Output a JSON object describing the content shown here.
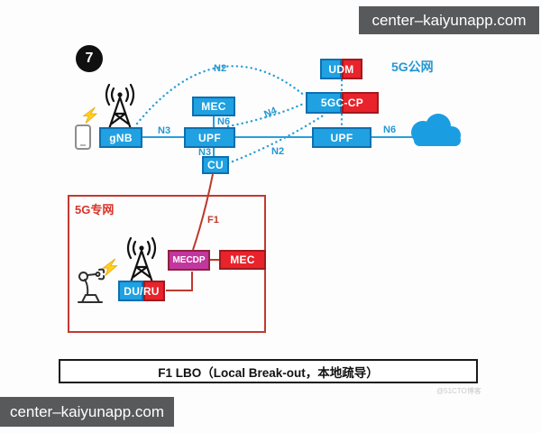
{
  "figure": {
    "badge_number": "7"
  },
  "watermark": {
    "top_right": "center–kaiyunapp.com",
    "bottom_left": "center–kaiyunapp.com",
    "source_credit": "@51CTO博客"
  },
  "regions": {
    "public_label": "5G公网",
    "private_label": "5G专网"
  },
  "nodes": {
    "gnb": {
      "label": "gNB"
    },
    "mec_public": {
      "label": "MEC"
    },
    "upf_edge": {
      "label": "UPF"
    },
    "cu": {
      "label": "CU"
    },
    "udm": {
      "label": "UDM"
    },
    "gc_cp": {
      "label": "5GC-CP"
    },
    "upf_core": {
      "label": "UPF"
    },
    "mecdp": {
      "label": "MECDP"
    },
    "mec_private": {
      "label": "MEC"
    },
    "du_ru": {
      "label": "DU/RU"
    }
  },
  "interfaces": {
    "n2_arc": "N2",
    "n3_gnb_upf": "N3",
    "n6_mec_upf": "N6",
    "n4_upf_5gc": "N4",
    "n3_upf_cu": "N3",
    "n2_cu_5gc": "N2",
    "n6_upf_cloud": "N6",
    "f1": "F1"
  },
  "caption": "F1 LBO（Local Break-out，本地疏导）",
  "icons": {
    "ue_phone": "smartphone",
    "antenna_public": "radio-tower",
    "antenna_private": "radio-tower",
    "lightning_public": "wireless-signal-bolt",
    "lightning_private": "wireless-signal-bolt",
    "cloud": "internet-cloud",
    "robot_arm": "factory-robot-arm"
  },
  "colors": {
    "node_blue": "#1fa1e2",
    "node_blue_border": "#0f6fae",
    "node_red": "#e8232b",
    "node_red_border": "#9e1a1f",
    "node_magenta": "#c2379e",
    "line_blue": "#2a9fd8",
    "line_red": "#bb3a2d",
    "private_border": "#c23a30",
    "watermark_bg": "#58595b",
    "cloud_blue": "#1b9de2",
    "lightning_yellow": "#ffd21e"
  }
}
